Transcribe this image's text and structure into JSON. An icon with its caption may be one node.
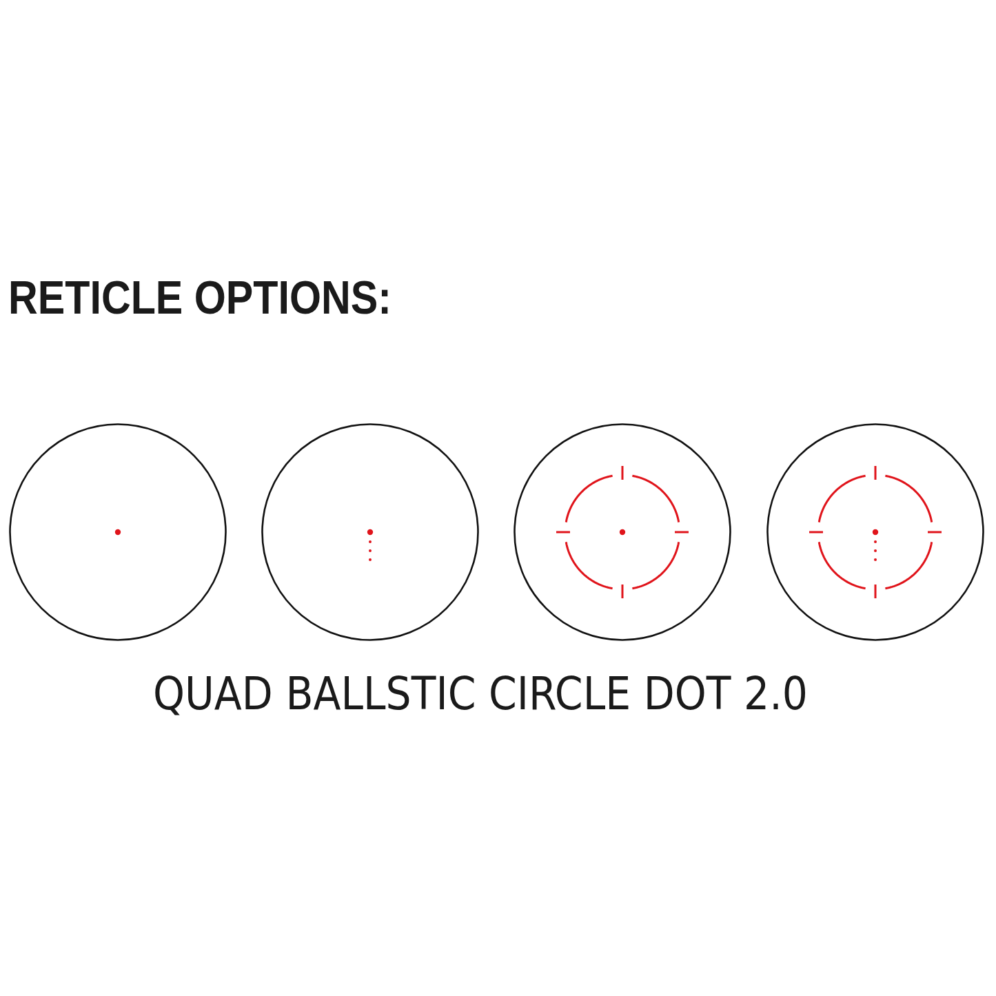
{
  "diagram": {
    "title": "RETICLE OPTIONS:",
    "caption": "QUAD BALLSTIC CIRCLE DOT 2.0",
    "nodes": [
      {
        "text": [],
        "shape": "circle"
      },
      {
        "text": [],
        "shape": "circle"
      },
      {
        "text": [],
        "shape": "circle"
      },
      {
        "text": [],
        "shape": "circle"
      }
    ]
  }
}
